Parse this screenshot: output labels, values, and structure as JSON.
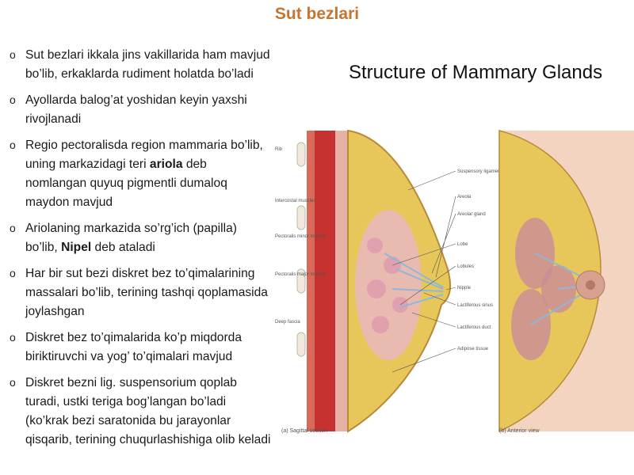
{
  "slide": {
    "title": "Sut bezlari",
    "bullets": [
      {
        "parts": [
          {
            "t": "Sut bezlari ikkala jins vakillarida ham mavjud bo’lib, erkaklarda rudiment holatda bo’ladi",
            "b": false
          }
        ]
      },
      {
        "parts": [
          {
            "t": "Ayollarda balog’at yoshidan keyin yaxshi rivojlanadi",
            "b": false
          }
        ]
      },
      {
        "parts": [
          {
            "t": "Regio pectoralisda region mammaria bo’lib, uning markazidagi teri ",
            "b": false
          },
          {
            "t": "ariola",
            "b": true
          },
          {
            "t": " deb nomlangan quyuq pigmentli dumaloq maydon mavjud",
            "b": false
          }
        ]
      },
      {
        "parts": [
          {
            "t": "Ariolaning markazida so’rg’ich (papilla) bo’lib, ",
            "b": false
          },
          {
            "t": "Nipel",
            "b": true
          },
          {
            "t": " deb ataladi",
            "b": false
          }
        ]
      },
      {
        "parts": [
          {
            "t": "Har bir sut bezi diskret bez to’qimalarining massalari bo’lib, terining tashqi qoplamasida joylashgan",
            "b": false
          }
        ]
      },
      {
        "parts": [
          {
            "t": "Diskret bez to’qimalarida ko’p miqdorda biriktiruvchi  va yog’ to’qimalari mavjud",
            "b": false
          }
        ]
      },
      {
        "parts": [
          {
            "t": "Diskret bezni lig. suspensorium qoplab turadi, ustki teriga bog’langan bo’ladi (ko’krak bezi saratonida bu jarayonlar qisqarib, terining chuqurlashishiga olib keladi",
            "b": false
          }
        ]
      }
    ]
  },
  "diagram": {
    "title": "Structure of Mammary Glands",
    "left_labels": [
      "Rib",
      "Intercostal muscles",
      "Pectoralis minor muscle",
      "Pectoralis major muscle",
      "Deep fascia"
    ],
    "center_labels": [
      "Suspensory ligaments",
      "Areola",
      "Areolar gland",
      "Lobe",
      "Lobules",
      "Nipple",
      "Lactiferous sinus",
      "Lactiferous duct",
      "Adipose tissue"
    ],
    "caption_a": "(a) Sagittal section",
    "caption_b": "(b) Anterior view"
  },
  "colors": {
    "title": "#c5752f",
    "muscle": "#c6322f",
    "fat": "#e8c75a",
    "lobule": "#e1a0ad",
    "duct": "#8fb7d8"
  }
}
